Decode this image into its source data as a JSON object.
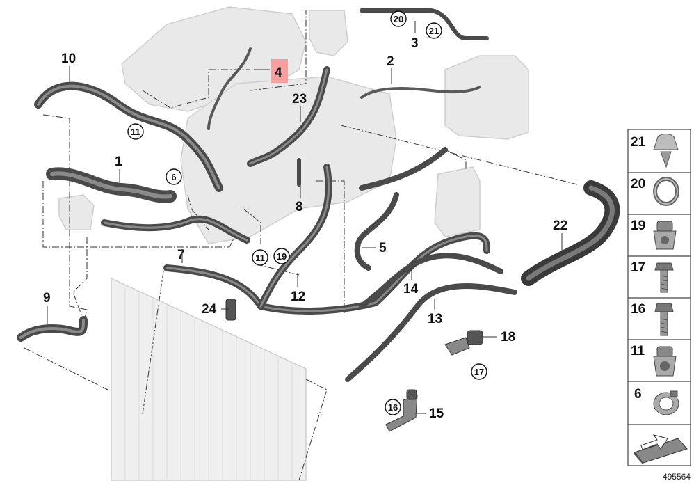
{
  "diagram_id": "495564",
  "highlight_color": "#f4a0a0",
  "callouts": {
    "c1": "1",
    "c2": "2",
    "c3": "3",
    "c4": "4",
    "c5": "5",
    "c7": "7",
    "c8": "8",
    "c9": "9",
    "c10": "10",
    "c12": "12",
    "c13": "13",
    "c14": "14",
    "c15": "15",
    "c18": "18",
    "c22": "22",
    "c23": "23",
    "c24": "24"
  },
  "circled": {
    "r20": "20",
    "r21": "21",
    "r11a": "11",
    "r6": "6",
    "r11b": "11",
    "r19": "19",
    "r17": "17",
    "r16": "16"
  },
  "side_panel": {
    "items": [
      {
        "number": "21",
        "icon": "hose-clip-icon"
      },
      {
        "number": "20",
        "icon": "clamp-ring-icon"
      },
      {
        "number": "19",
        "icon": "bracket-clip-icon"
      },
      {
        "number": "17",
        "icon": "hex-bolt-icon"
      },
      {
        "number": "16",
        "icon": "hex-bolt-icon"
      },
      {
        "number": "11",
        "icon": "bracket-clip-icon"
      },
      {
        "number": "6",
        "icon": "hose-clamp-icon"
      }
    ],
    "footer_icon": "gasket-shim-icon"
  }
}
